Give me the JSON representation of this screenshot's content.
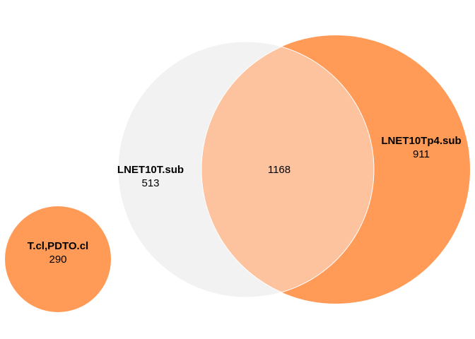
{
  "colors": {
    "background": "#ffffff",
    "set_a_fill": "#f2f2f2",
    "set_b_fill": "#ff9a57",
    "overlap_fill": "#fdc39f",
    "set_c_fill": "#ff9a57",
    "outline": "#ffffff"
  },
  "sets": {
    "a": {
      "name": "LNET10T.sub",
      "count": "513"
    },
    "b": {
      "name": "LNET10Tp4.sub",
      "count": "911"
    },
    "c": {
      "name": "T.cl,PDTO.cl",
      "count": "290"
    }
  },
  "overlap_ab": {
    "count": "1168"
  }
}
